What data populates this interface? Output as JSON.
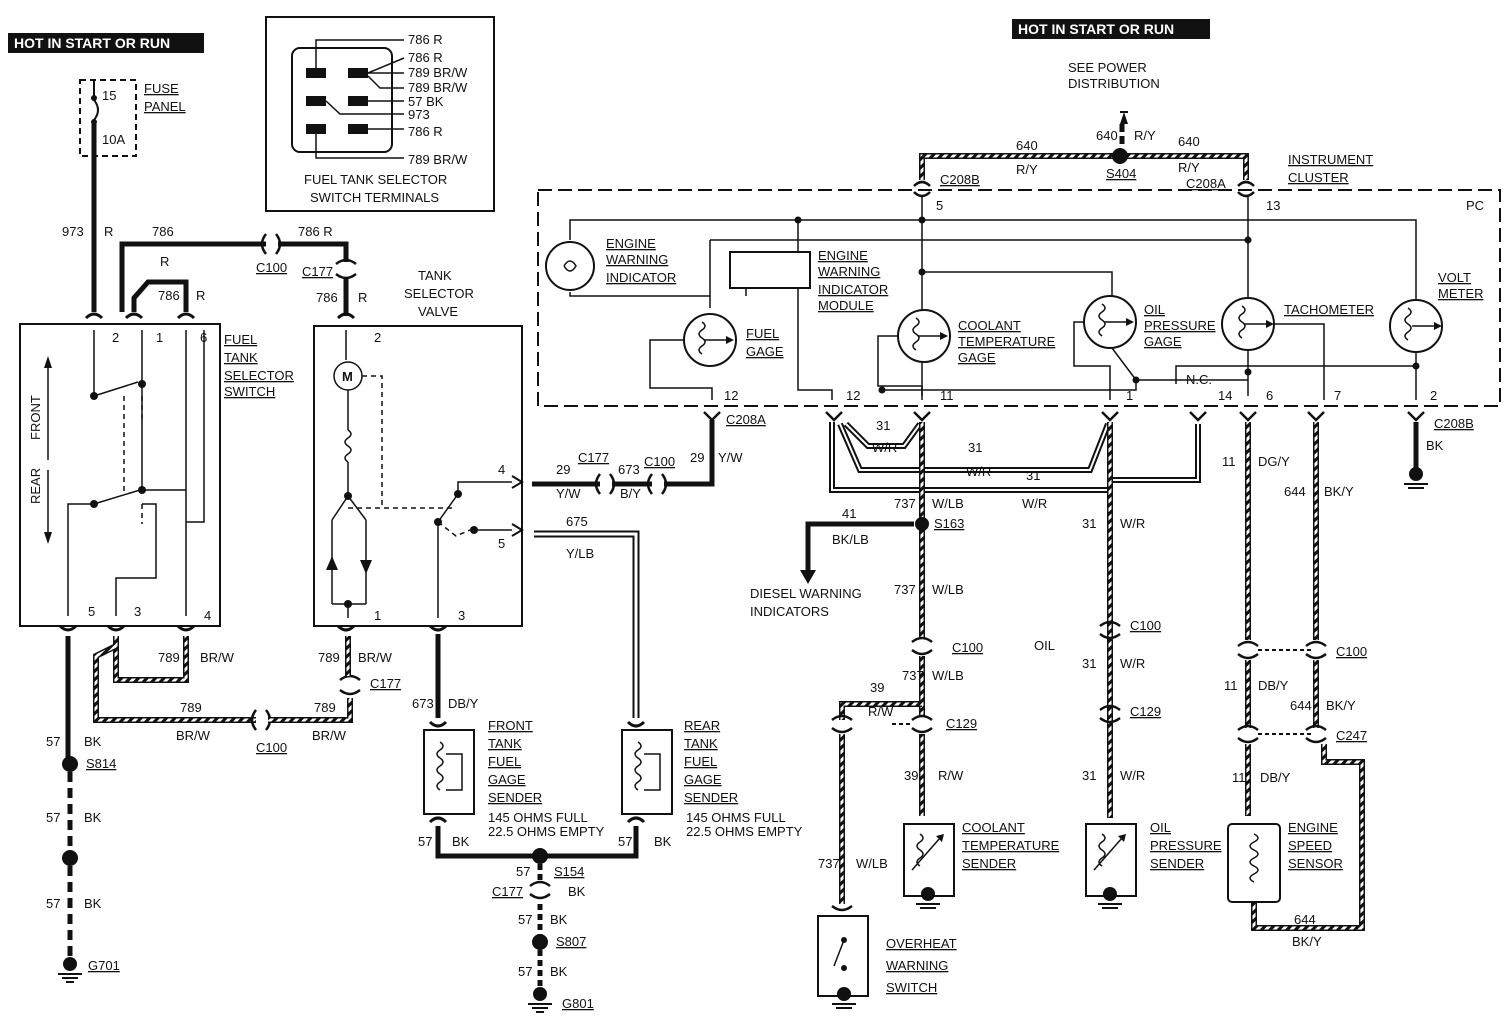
{
  "banner_left": "HOT IN START OR RUN",
  "banner_right": "HOT IN START OR RUN",
  "power_note_line1": "SEE POWER",
  "power_note_line2": "DISTRIBUTION",
  "fuse": {
    "num": "15",
    "rating": "10A",
    "label1": "FUSE",
    "label2": "PANEL"
  },
  "terminals_box": {
    "rows": [
      "786 R",
      "786 R",
      "789 BR/W",
      "789 BR/W",
      "57 BK",
      "973",
      "786 R",
      "789 BR/W"
    ],
    "title1": "FUEL TANK SELECTOR",
    "title2": "SWITCH TERMINALS"
  },
  "selector_switch": {
    "label1": "FUEL",
    "label2": "TANK",
    "label3": "SELECTOR",
    "label4": "SWITCH",
    "front": "FRONT",
    "rear": "REAR",
    "pins": [
      "2",
      "1",
      "6",
      "5",
      "3",
      "4"
    ]
  },
  "selector_valve": {
    "label1": "TANK",
    "label2": "SELECTOR",
    "label3": "VALVE",
    "motor": "M",
    "pins": [
      "2",
      "4",
      "5",
      "1",
      "3"
    ]
  },
  "front_sender": {
    "l1": "FRONT",
    "l2": "TANK",
    "l3": "FUEL",
    "l4": "GAGE",
    "l5": "SENDER",
    "spec1": "145 OHMS FULL",
    "spec2": "22.5 OHMS EMPTY"
  },
  "rear_sender": {
    "l1": "REAR",
    "l2": "TANK",
    "l3": "FUEL",
    "l4": "GAGE",
    "l5": "SENDER",
    "spec1": "145 OHMS FULL",
    "spec2": "22.5 OHMS EMPTY"
  },
  "cluster": {
    "title1": "INSTRUMENT",
    "title2": "CLUSTER",
    "pc": "PC",
    "engine_warning_indicator": [
      "ENGINE",
      "WARNING",
      "INDICATOR"
    ],
    "engine_warning_module": [
      "ENGINE",
      "WARNING",
      "INDICATOR",
      "MODULE"
    ],
    "fuel_gage": [
      "FUEL",
      "GAGE"
    ],
    "coolant_gage": [
      "COOLANT",
      "TEMPERATURE",
      "GAGE"
    ],
    "oil_gage": [
      "OIL",
      "PRESSURE",
      "GAGE"
    ],
    "tachometer": "TACHOMETER",
    "volt_meter": [
      "VOLT",
      "METER"
    ],
    "pins_top": [
      "5",
      "13"
    ],
    "pins_bottom": [
      "12",
      "12",
      "11",
      "1",
      "N.C.",
      "14",
      "6",
      "7",
      "2"
    ]
  },
  "coolant_sender": [
    "COOLANT",
    "TEMPERATURE",
    "SENDER"
  ],
  "oil_sender": [
    "OIL",
    "PRESSURE",
    "SENDER"
  ],
  "speed_sensor": [
    "ENGINE",
    "SPEED",
    "SENSOR"
  ],
  "overheat_switch": [
    "OVERHEAT",
    "WARNING",
    "SWITCH"
  ],
  "diesel_warning": [
    "DIESEL WARNING",
    "INDICATORS"
  ],
  "oil_word": "OIL",
  "connectors": {
    "c208b": "C208B",
    "c208a": "C208A",
    "s404": "S404",
    "c100": "C100",
    "c177": "C177",
    "s163": "S163",
    "c129": "C129",
    "c247": "C247",
    "s814": "S814",
    "g701": "G701",
    "s154": "S154",
    "s807": "S807",
    "g801": "G801",
    "bk": "BK"
  },
  "wires": {
    "w973": "973",
    "wR": "R",
    "w786": "786",
    "w786r": "786 R",
    "w640": "640",
    "wRY": "R/Y",
    "w640_ry": "640",
    "w789": "789",
    "wBRW": "BR/W",
    "w57": "57",
    "wBK": "BK",
    "w29": "29",
    "wYW": "Y/W",
    "w673": "673",
    "wBY": "B/Y",
    "w675": "675",
    "wYLB": "Y/LB",
    "wDBY": "DB/Y",
    "w31": "31",
    "wWR": "W/R",
    "w737": "737",
    "wWLB": "W/LB",
    "w41": "41",
    "wBKLB": "BK/LB",
    "w39": "39",
    "wRW": "R/W",
    "w11": "11",
    "wDGY": "DG/Y",
    "w644": "644",
    "wBKY": "BK/Y"
  }
}
